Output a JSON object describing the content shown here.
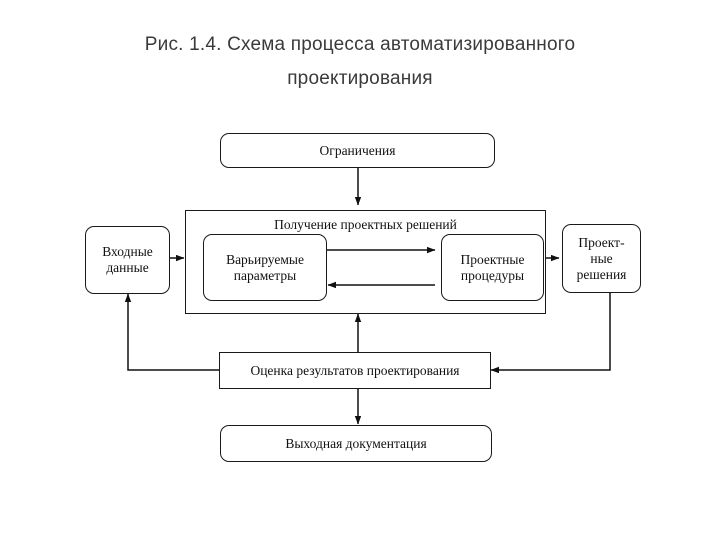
{
  "figure": {
    "caption_line1": "Рис. 1.4. Схема процесса автоматизированного",
    "caption_line2": "проектирования"
  },
  "diagram": {
    "type": "flowchart",
    "stroke_color": "#1a1a1a",
    "fill_color": "#ffffff",
    "nodes": [
      {
        "id": "constraints",
        "label": "Ограничения",
        "shape": "rounded"
      },
      {
        "id": "input-data",
        "label": "Входные\nданные",
        "shape": "rounded"
      },
      {
        "id": "obtaining",
        "label": "Получение проектных решений",
        "shape": "sharp"
      },
      {
        "id": "varied-params",
        "label": "Варьируемые\nпараметры",
        "shape": "rounded"
      },
      {
        "id": "procedures",
        "label": "Проектные\nпроцедуры",
        "shape": "rounded"
      },
      {
        "id": "solutions",
        "label": "Проект-\nные\nрешения",
        "shape": "rounded"
      },
      {
        "id": "evaluation",
        "label": "Оценка результатов проектирования",
        "shape": "sharp"
      },
      {
        "id": "output-docs",
        "label": "Выходная документация",
        "shape": "rounded"
      }
    ],
    "edges": [
      {
        "from": "constraints",
        "to": "obtaining",
        "arrow": "down"
      },
      {
        "from": "input-data",
        "to": "obtaining",
        "arrow": "right"
      },
      {
        "from": "varied-params",
        "to": "procedures",
        "arrow": "right"
      },
      {
        "from": "procedures",
        "to": "varied-params",
        "arrow": "left"
      },
      {
        "from": "obtaining",
        "to": "solutions",
        "arrow": "right"
      },
      {
        "from": "solutions",
        "to": "evaluation",
        "arrow": "left"
      },
      {
        "from": "evaluation",
        "to": "obtaining",
        "arrow": "up"
      },
      {
        "from": "evaluation",
        "to": "input-data",
        "arrow": "up"
      },
      {
        "from": "evaluation",
        "to": "output-docs",
        "arrow": "down"
      }
    ]
  }
}
